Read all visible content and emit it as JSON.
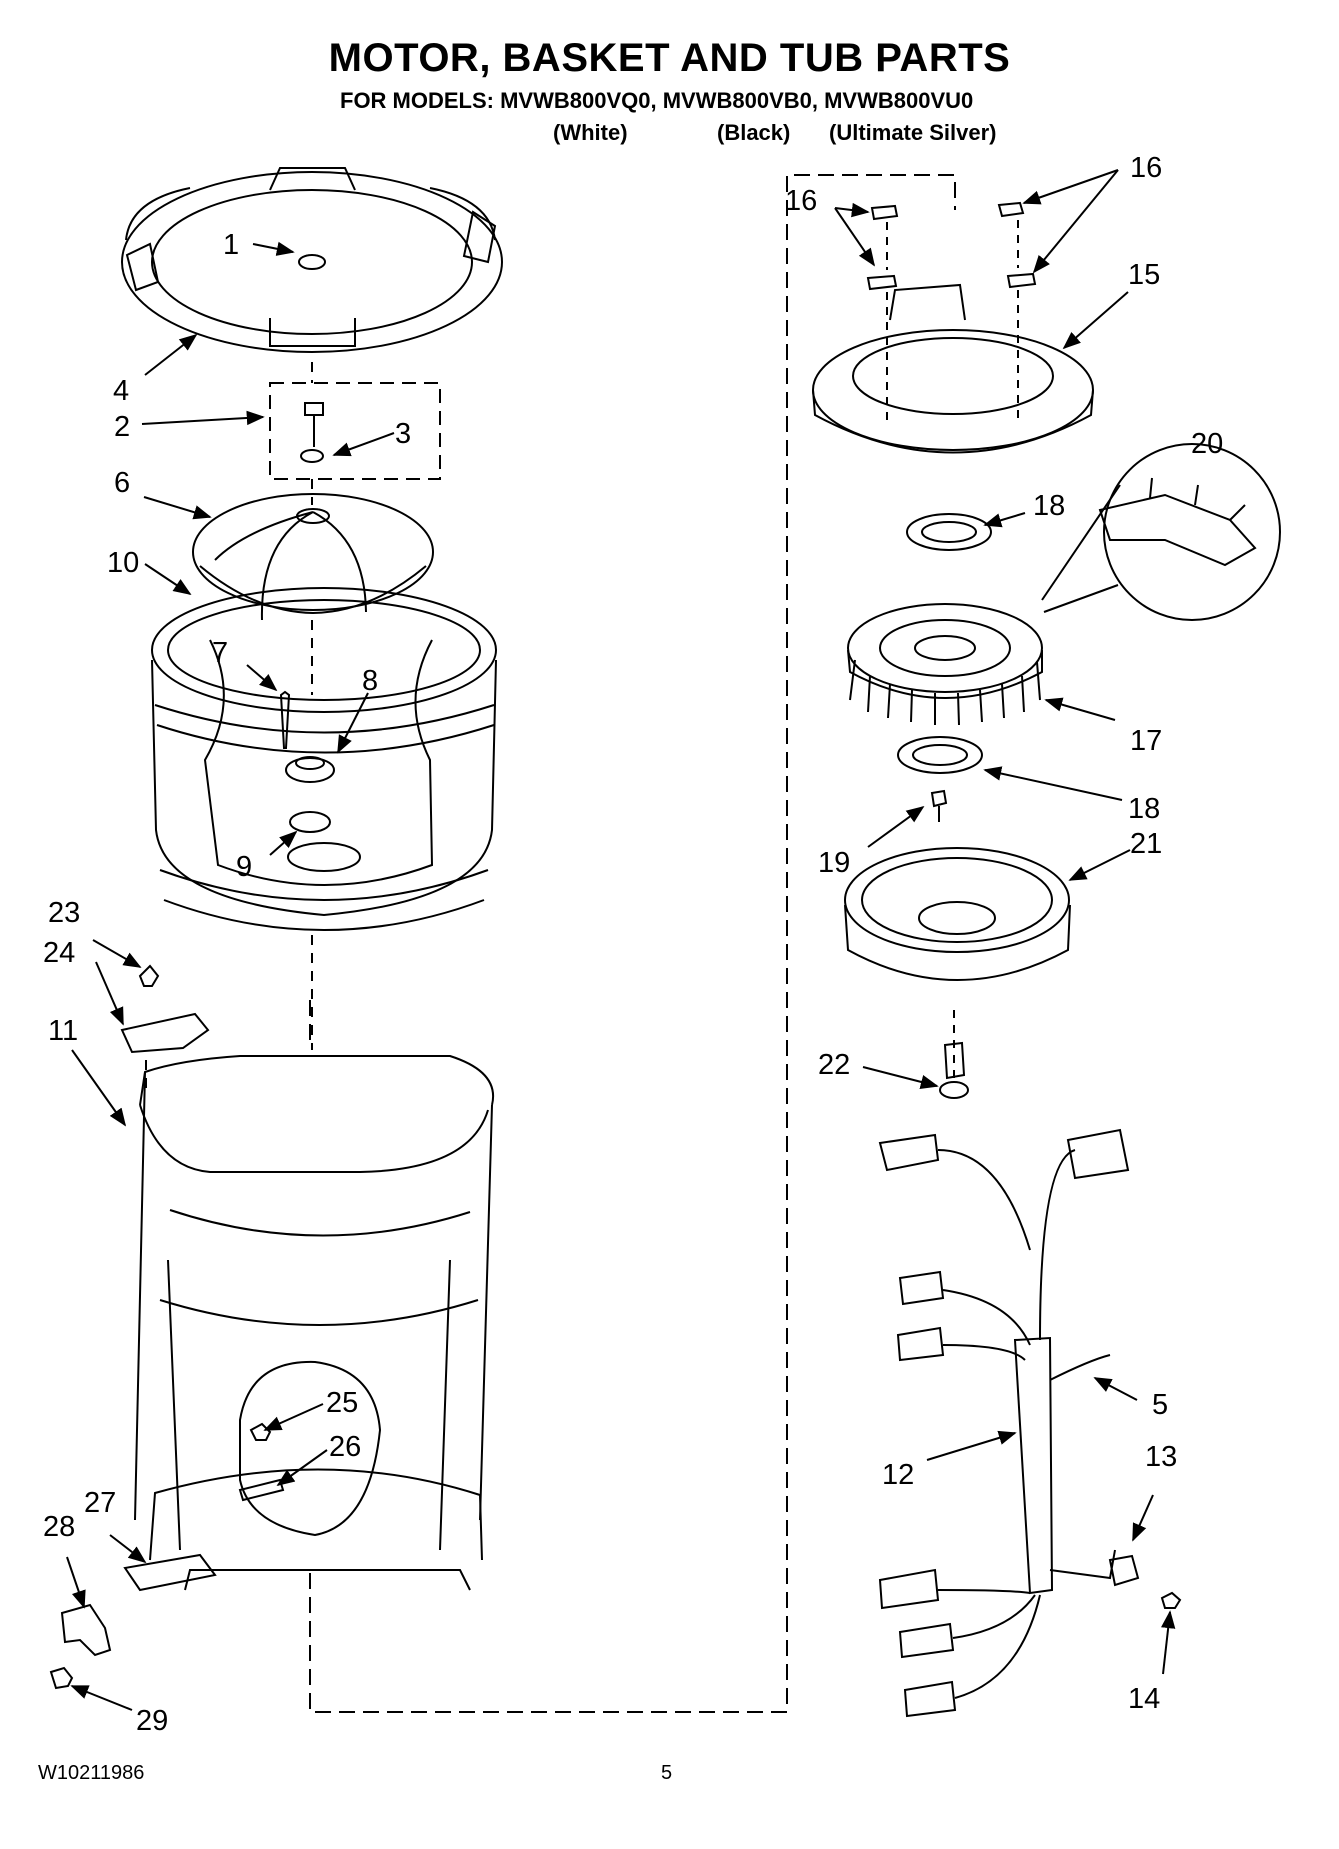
{
  "header": {
    "title": "MOTOR, BASKET AND TUB PARTS",
    "models_line": "FOR MODELS: MVWB800VQ0, MVWB800VB0, MVWB800VU0",
    "variants": [
      "(White)",
      "(Black)",
      "(Ultimate Silver)"
    ]
  },
  "callouts": [
    {
      "id": "1",
      "label": "1"
    },
    {
      "id": "2",
      "label": "2"
    },
    {
      "id": "3",
      "label": "3"
    },
    {
      "id": "4",
      "label": "4"
    },
    {
      "id": "5",
      "label": "5"
    },
    {
      "id": "6",
      "label": "6"
    },
    {
      "id": "7",
      "label": "7"
    },
    {
      "id": "8",
      "label": "8"
    },
    {
      "id": "9",
      "label": "9"
    },
    {
      "id": "10",
      "label": "10"
    },
    {
      "id": "11",
      "label": "11"
    },
    {
      "id": "12",
      "label": "12"
    },
    {
      "id": "13",
      "label": "13"
    },
    {
      "id": "14",
      "label": "14"
    },
    {
      "id": "15",
      "label": "15"
    },
    {
      "id": "16a",
      "label": "16"
    },
    {
      "id": "16b",
      "label": "16"
    },
    {
      "id": "17",
      "label": "17"
    },
    {
      "id": "18a",
      "label": "18"
    },
    {
      "id": "18b",
      "label": "18"
    },
    {
      "id": "19",
      "label": "19"
    },
    {
      "id": "20",
      "label": "20"
    },
    {
      "id": "21",
      "label": "21"
    },
    {
      "id": "22",
      "label": "22"
    },
    {
      "id": "23",
      "label": "23"
    },
    {
      "id": "24",
      "label": "24"
    },
    {
      "id": "25",
      "label": "25"
    },
    {
      "id": "26",
      "label": "26"
    },
    {
      "id": "27",
      "label": "27"
    },
    {
      "id": "28",
      "label": "28"
    },
    {
      "id": "29",
      "label": "29"
    }
  ],
  "footer": {
    "doc_number": "W10211986",
    "page_number": "5"
  }
}
